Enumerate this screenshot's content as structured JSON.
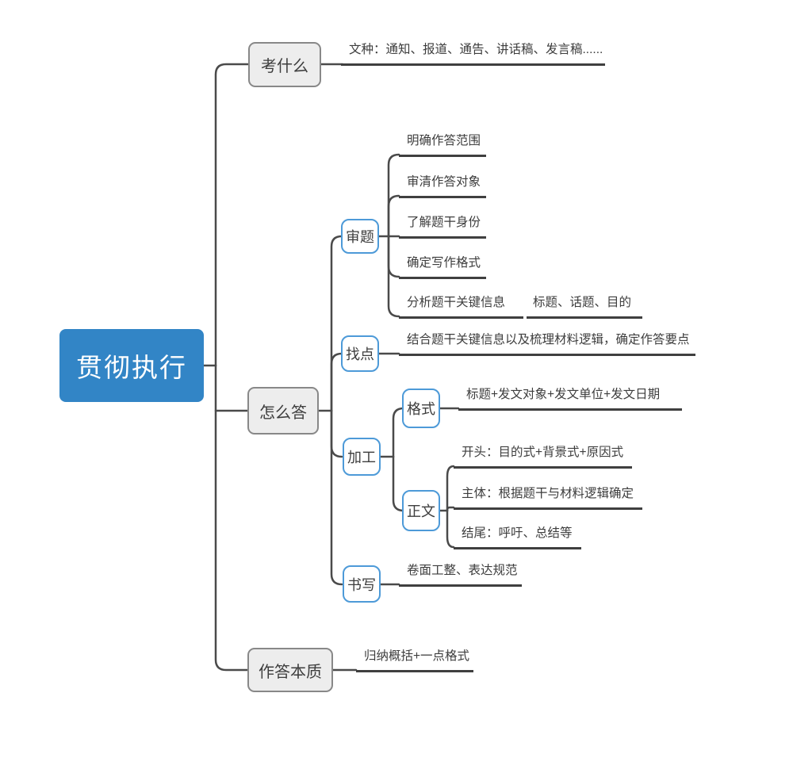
{
  "root": {
    "label": "贯彻执行"
  },
  "branches": {
    "kao": {
      "label": "考什么",
      "leaf": "文种：通知、报道、通告、讲话稿、发言稿......"
    },
    "zenme": {
      "label": "怎么答",
      "shenti": {
        "label": "审题",
        "items": [
          "明确作答范围",
          "审清作答对象",
          "了解题干身份",
          "确定写作格式",
          "分析题干关键信息"
        ],
        "sub": "标题、话题、目的"
      },
      "zhaodian": {
        "label": "找点",
        "leaf": "结合题干关键信息以及梳理材料逻辑，确定作答要点"
      },
      "jiagong": {
        "label": "加工",
        "geshi": {
          "label": "格式",
          "leaf": "标题+发文对象+发文单位+发文日期"
        },
        "zhengwen": {
          "label": "正文",
          "items": [
            "开头：目的式+背景式+原因式",
            "主体：根据题干与材料逻辑确定",
            "结尾：呼吁、总结等"
          ]
        }
      },
      "shuxie": {
        "label": "书写",
        "leaf": "卷面工整、表达规范"
      }
    },
    "benzhi": {
      "label": "作答本质",
      "leaf": "归纳概括+一点格式"
    }
  },
  "colors": {
    "root_bg": "#3285C6",
    "root_text": "#FFFFFF",
    "blue_border": "#4D9AD8",
    "gray_fill": "#EDEDED",
    "gray_border": "#888888",
    "line": "#4A4A4A",
    "underline": "#3F3F3F",
    "text": "#3D3D3D"
  }
}
